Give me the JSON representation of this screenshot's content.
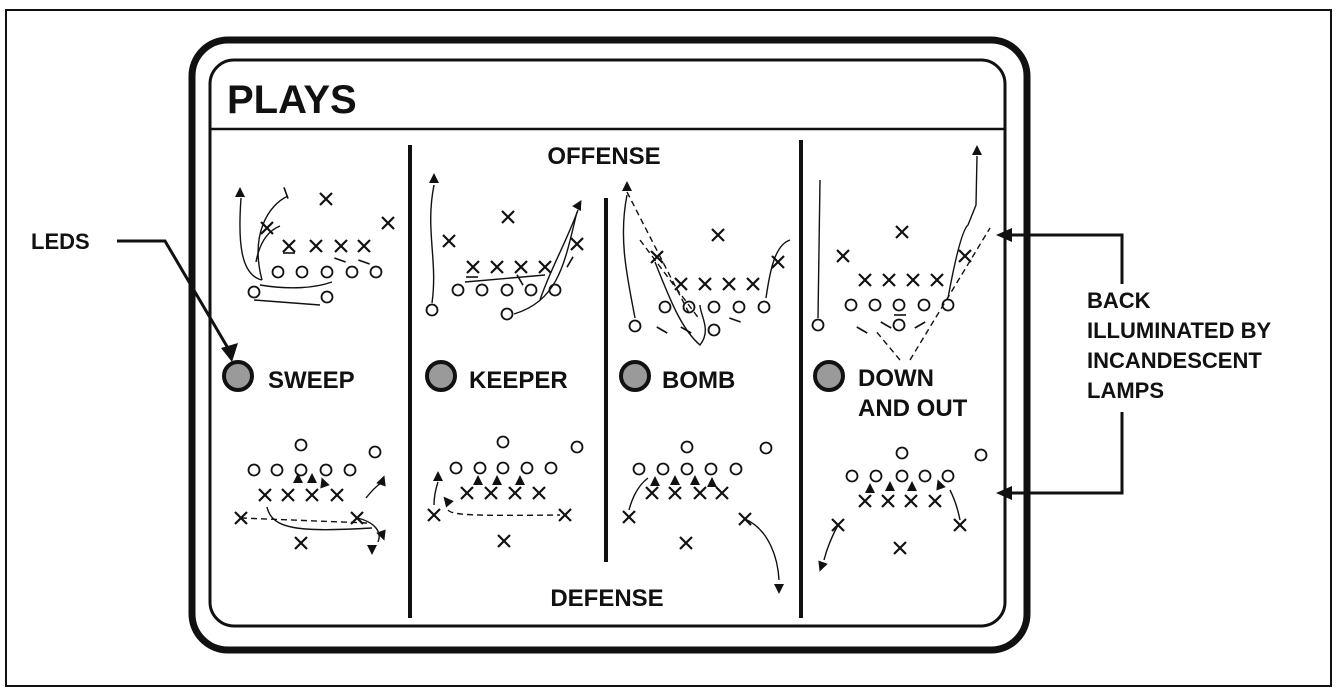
{
  "title": "PLAYS",
  "offense_label": "OFFENSE",
  "defense_label": "DEFENSE",
  "callouts": {
    "leds": "LEDS",
    "back_lines": [
      "BACK",
      "ILLUMINATED BY",
      "INCANDESCENT",
      "LAMPS"
    ]
  },
  "plays": [
    {
      "name_lines": [
        "SWEEP"
      ]
    },
    {
      "name_lines": [
        "KEEPER"
      ]
    },
    {
      "name_lines": [
        "BOMB"
      ]
    },
    {
      "name_lines": [
        "DOWN",
        "AND OUT"
      ]
    }
  ],
  "colors": {
    "ink": "#111111",
    "led": "#9a9a9a",
    "background": "#ffffff"
  }
}
